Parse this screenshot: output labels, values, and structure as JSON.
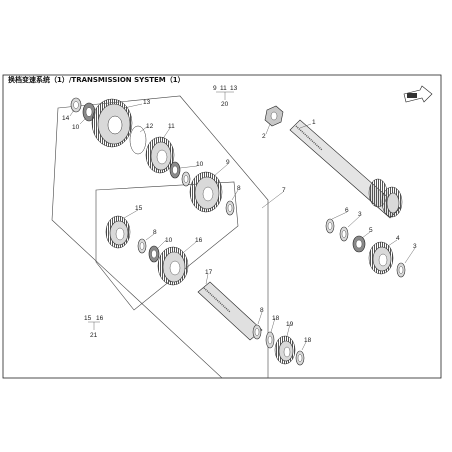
{
  "header": {
    "title": "换档变速系统（1）/TRANSMISSION SYSTEM（1）"
  },
  "callouts": {
    "c14": "14",
    "c10a": "10",
    "c13": "13",
    "c12": "12",
    "c11": "11",
    "c10b": "10",
    "c9": "9",
    "c8a": "8",
    "c7": "7",
    "c15a": "15",
    "c8b": "8",
    "c10c": "10",
    "c16": "16",
    "c17": "17",
    "c8c": "8",
    "c18a": "18",
    "c19": "19",
    "c18b": "18",
    "c20": "20",
    "c9t": "9",
    "c11t": "11",
    "c13t": "13",
    "c1": "1",
    "c2": "2",
    "c6": "6",
    "c3a": "3",
    "c5": "5",
    "c4": "4",
    "c3b": "3",
    "c15b": "15",
    "c16b": "16",
    "c21": "21"
  },
  "icons": {
    "front": "front-direction-icon"
  }
}
